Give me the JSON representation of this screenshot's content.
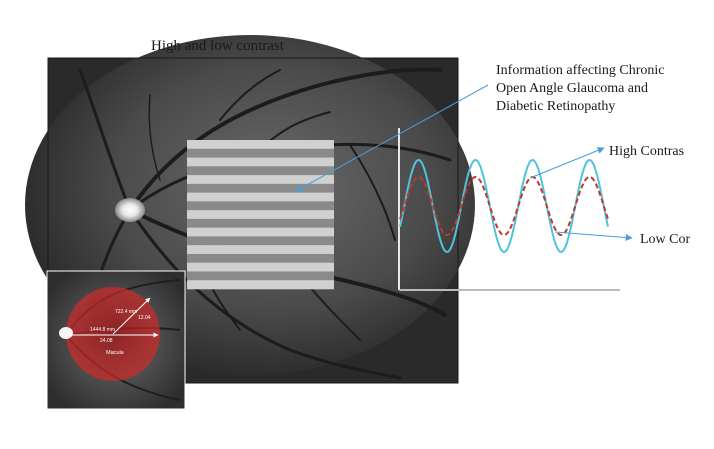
{
  "title": "High and low contrast",
  "annotation": {
    "lines": [
      "Information affecting Chronic",
      "Open Angle Glaucoma and",
      "Diabetic Retinopathy"
    ]
  },
  "labels": {
    "high_contrast": "High Contras",
    "low_contrast": "Low Cor"
  },
  "inset": {
    "measure_1": "722.4 mm",
    "measure_2": "12.04",
    "measure_3": "1444.8 mm",
    "measure_4": "24.08",
    "macula": "Macula"
  },
  "colors": {
    "high_contrast_wave": "#4fc3dd",
    "low_contrast_wave": "#c0392b",
    "arrow": "#4a9fd6",
    "macula_overlay": "#d12a2a",
    "grating_light": "#d0d0d0",
    "grating_dark": "#8a8a8a"
  },
  "icons": [
    "arrow-icon"
  ]
}
